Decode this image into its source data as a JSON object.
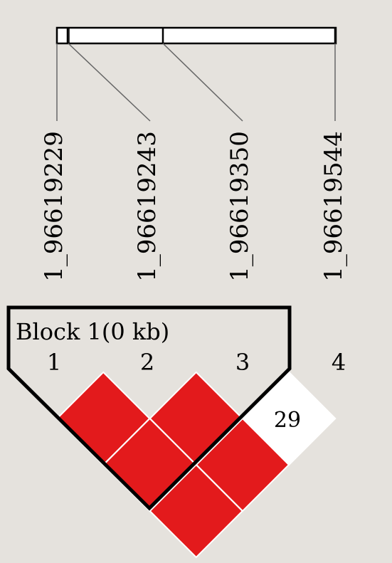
{
  "snps": [
    {
      "index": "1",
      "name": "1_96619229"
    },
    {
      "index": "2",
      "name": "1_96619243"
    },
    {
      "index": "3",
      "name": "1_96619350"
    },
    {
      "index": "4",
      "name": "1_96619544"
    }
  ],
  "block": {
    "label": "Block 1(0 kb)",
    "members": [
      1,
      2,
      3
    ]
  },
  "ld_cells": [
    {
      "pair": [
        1,
        2
      ],
      "value": "",
      "color": "#e31a1c"
    },
    {
      "pair": [
        2,
        3
      ],
      "value": "",
      "color": "#e31a1c"
    },
    {
      "pair": [
        3,
        4
      ],
      "value": "29",
      "color": "#ffffff"
    },
    {
      "pair": [
        1,
        3
      ],
      "value": "",
      "color": "#e31a1c"
    },
    {
      "pair": [
        2,
        4
      ],
      "value": "",
      "color": "#e31a1c"
    },
    {
      "pair": [
        1,
        4
      ],
      "value": "",
      "color": "#e31a1c"
    }
  ],
  "colors": {
    "background": "#e5e2dd",
    "strong_ld": "#e31a1c",
    "weak_ld": "#ffffff",
    "outline": "#000000"
  }
}
